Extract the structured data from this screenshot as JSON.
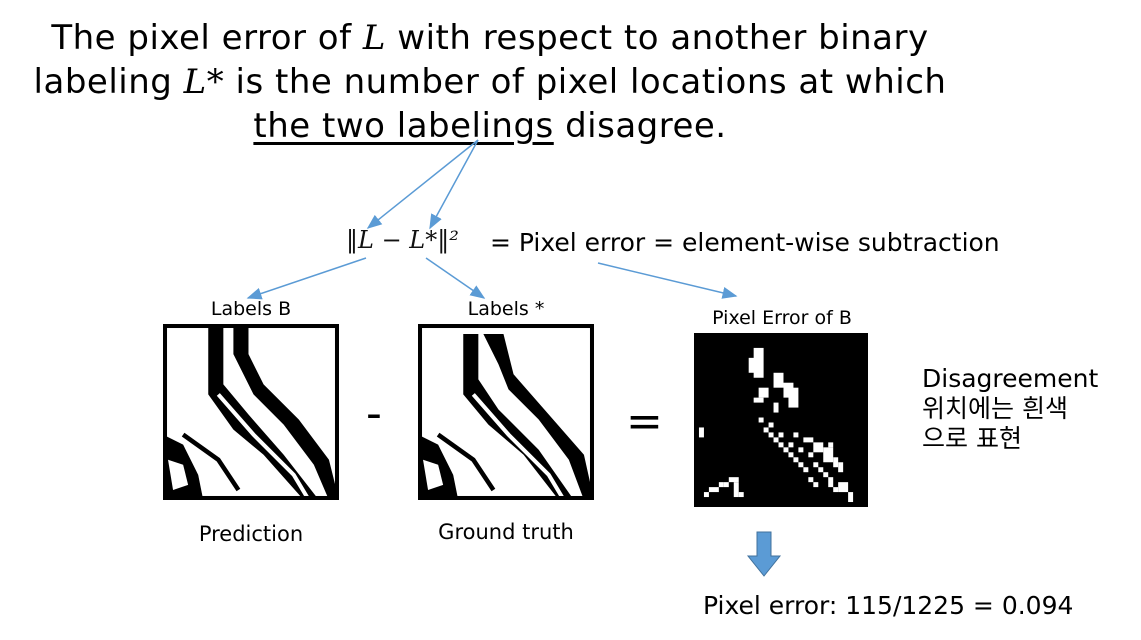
{
  "title": {
    "line1_prefix": "The pixel error of ",
    "line1_var": "L",
    "line1_suffix": " with respect to another binary",
    "line2_prefix": "labeling ",
    "line2_var": "L*",
    "line2_suffix": " is the number of pixel locations at which",
    "line3_underlined": "the two labelings",
    "line3_suffix": " disagree."
  },
  "formula": {
    "latex": "‖L − L*‖²",
    "description": " = Pixel error = element-wise subtraction"
  },
  "panels": [
    {
      "title": "Labels B",
      "caption": "Prediction"
    },
    {
      "title": "Labels *",
      "caption": "Ground truth"
    },
    {
      "title": "Pixel Error of B",
      "caption": ""
    }
  ],
  "operators": {
    "minus": "-",
    "equals": "="
  },
  "side_note": [
    "Disagreement",
    "위치에는 흰색",
    "으로 표현"
  ],
  "result": "Pixel error: 115/1225 = 0.094",
  "colors": {
    "arrow": "#5b9bd5",
    "border": "#000000"
  }
}
